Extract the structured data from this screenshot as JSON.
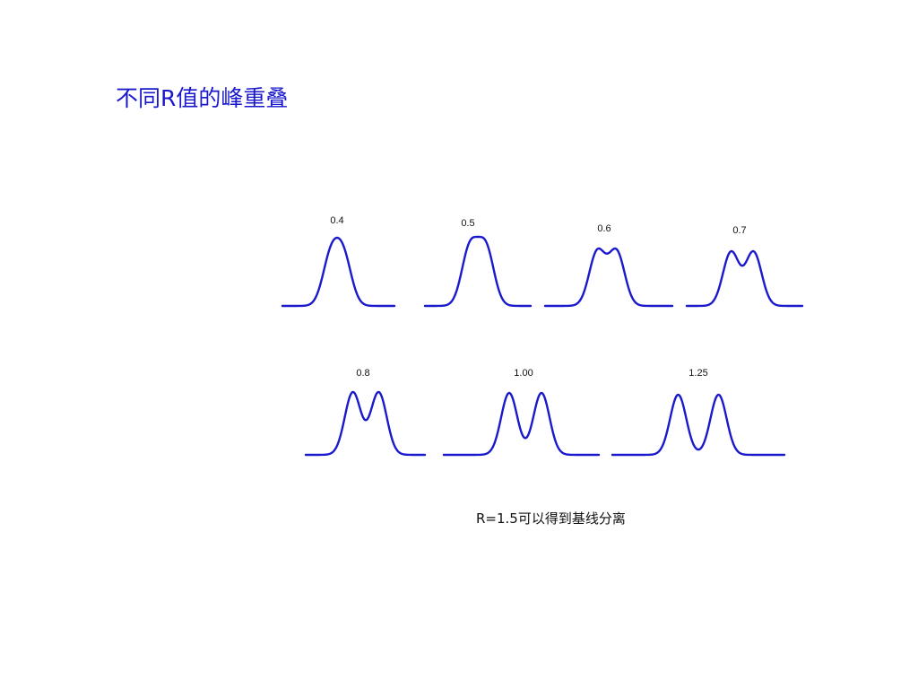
{
  "title": "不同R值的峰重叠",
  "caption": "R=1.5可以得到基线分离",
  "colors": {
    "curve": "#1a1acc",
    "title": "#1a1acc",
    "text": "#111111",
    "background": "#ffffff"
  },
  "peaks": [
    {
      "label": "0.4",
      "resolution": 0.4
    },
    {
      "label": "0.5",
      "resolution": 0.5
    },
    {
      "label": "0.6",
      "resolution": 0.6
    },
    {
      "label": "0.7",
      "resolution": 0.7
    },
    {
      "label": "0.8",
      "resolution": 0.8
    },
    {
      "label": "1.00",
      "resolution": 1.0
    },
    {
      "label": "1.25",
      "resolution": 1.25
    }
  ]
}
